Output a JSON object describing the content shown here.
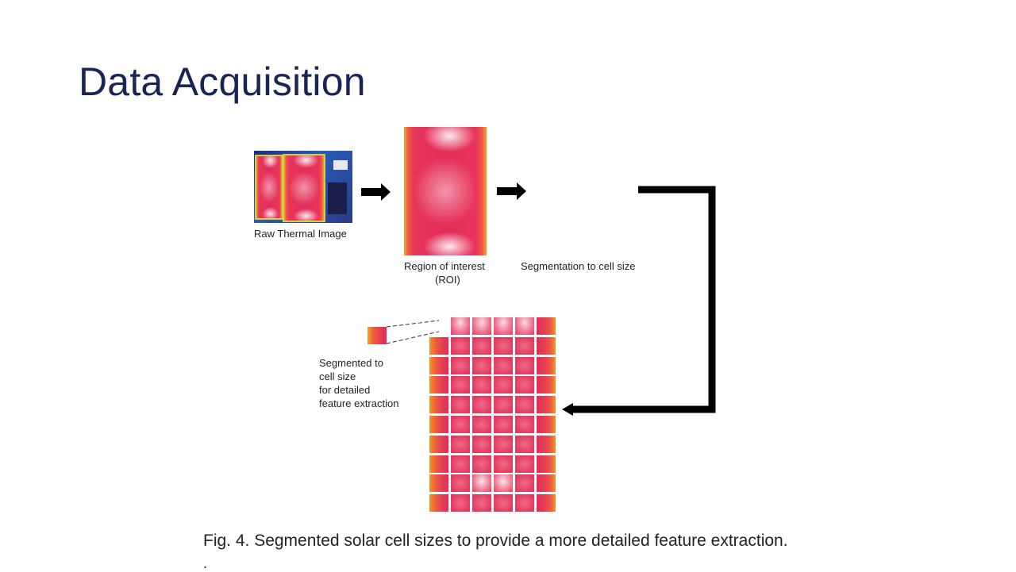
{
  "slide": {
    "title": "Data Acquisition",
    "caption": "Fig. 4. Segmented solar cell sizes to provide a more detailed feature extraction.",
    "trailing_mark": "."
  },
  "diagram": {
    "steps": [
      {
        "label": "Raw Thermal Image"
      },
      {
        "label_line1": "Region of interest",
        "label_line2": "(ROI)"
      },
      {
        "label": "Segmentation to cell size"
      }
    ],
    "detail_label": [
      "Segmented to",
      "cell size",
      "for detailed",
      "feature extraction"
    ],
    "grid": {
      "columns": 6,
      "rows": 10
    },
    "colors": {
      "hot_core": "#e22c5a",
      "warm_edge": "#f6a623",
      "arrow": "#000000",
      "title": "#1a2555"
    }
  }
}
